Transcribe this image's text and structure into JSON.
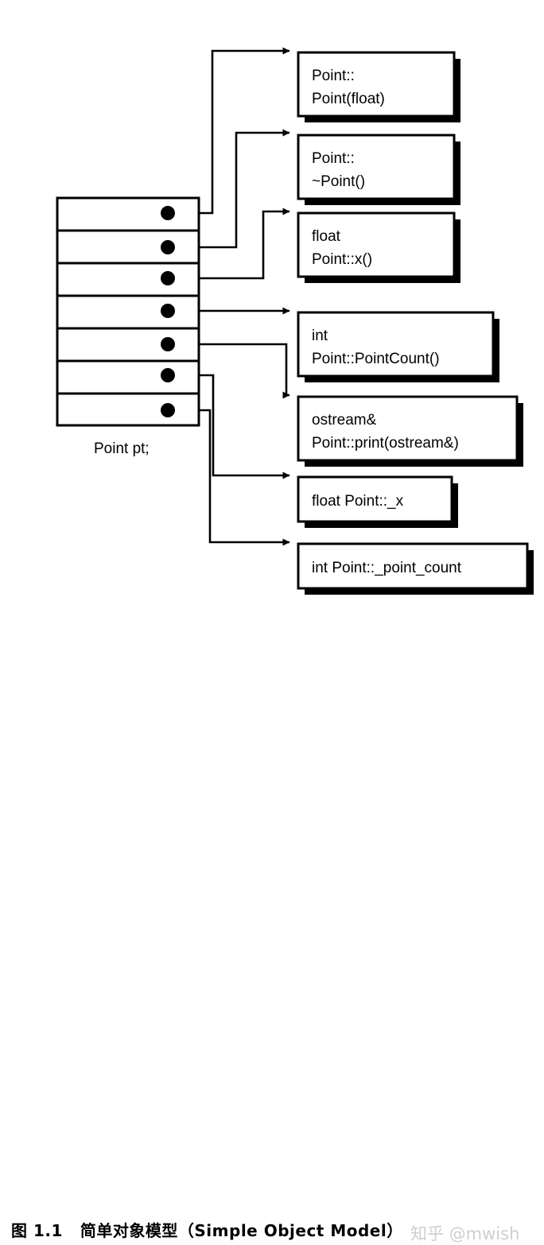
{
  "figure": {
    "caption_number": "图 1.1",
    "caption_title": "简单对象模型（Simple Object Model）",
    "watermark": "知乎 @mwish",
    "colors": {
      "stroke": "#000000",
      "fill": "#ffffff",
      "shadow": "#000000",
      "watermark": "#cfcfcf"
    }
  },
  "object_table": {
    "label": "Point pt;",
    "slot_count": 7,
    "slots": [
      {
        "index": 0,
        "marker": "pointer-dot",
        "target": "member-box-0"
      },
      {
        "index": 1,
        "marker": "pointer-dot",
        "target": "member-box-1"
      },
      {
        "index": 2,
        "marker": "pointer-dot",
        "target": "member-box-2"
      },
      {
        "index": 3,
        "marker": "pointer-dot",
        "target": "member-box-3"
      },
      {
        "index": 4,
        "marker": "pointer-dot",
        "target": "member-box-4"
      },
      {
        "index": 5,
        "marker": "pointer-dot",
        "target": "member-box-5"
      },
      {
        "index": 6,
        "marker": "pointer-dot",
        "target": "member-box-6"
      }
    ]
  },
  "member_boxes": [
    {
      "id": "member-box-0",
      "line1": "Point::",
      "line2": "Point(float)"
    },
    {
      "id": "member-box-1",
      "line1": "Point::",
      "line2": "~Point()"
    },
    {
      "id": "member-box-2",
      "line1": "float",
      "line2": "Point::x()"
    },
    {
      "id": "member-box-3",
      "line1": "int",
      "line2": "Point::PointCount()"
    },
    {
      "id": "member-box-4",
      "line1": "ostream&",
      "line2": "Point::print(ostream&)"
    },
    {
      "id": "member-box-5",
      "line1": "float Point::_x",
      "line2": ""
    },
    {
      "id": "member-box-6",
      "line1": "int Point::_point_count",
      "line2": ""
    }
  ]
}
